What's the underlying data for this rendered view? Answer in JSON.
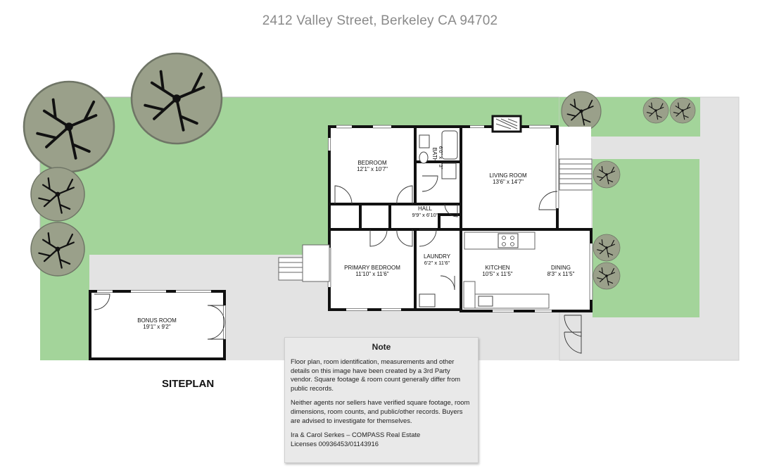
{
  "header": {
    "address": "2412 Valley Street, Berkeley CA 94702"
  },
  "plan_label": "SITEPLAN",
  "rooms": {
    "bedroom": {
      "name": "BEDROOM",
      "dims": "12'1\" x 10'7\""
    },
    "bath": {
      "name": "BATH",
      "dims": "6'0\" x 7'3\""
    },
    "living_room": {
      "name": "LIVING ROOM",
      "dims": "13'6\" x 14'7\""
    },
    "hall": {
      "name": "HALL",
      "dims": "9'9\" x 6'10\""
    },
    "primary_bedroom": {
      "name": "PRIMARY BEDROOM",
      "dims": "11'10\" x 11'6\""
    },
    "laundry": {
      "name": "LAUNDRY",
      "dims": "6'2\" x 11'6\""
    },
    "kitchen": {
      "name": "KITCHEN",
      "dims": "10'5\" x 11'5\""
    },
    "dining": {
      "name": "DINING",
      "dims": "8'3\" x 11'5\""
    },
    "bonus_room": {
      "name": "BONUS ROOM",
      "dims": "19'1\" x 9'2\""
    }
  },
  "note": {
    "title": "Note",
    "paragraph_1": "Floor plan, room identification, measurements and other details on this image have been created by a 3rd Party vendor. Square footage & room count generally differ from public records.",
    "paragraph_2": "Neither agents nor sellers have verified square footage, room dimensions, room counts, and public/other records. Buyers are advised to investigate for themselves.",
    "credit": "Ira & Carol Serkes – COMPASS Real Estate",
    "licenses": "Licenses 00936453/01143916"
  },
  "colors": {
    "lawn": "#a3d49a",
    "paving": "#e3e3e3",
    "tree": "#9aa08a",
    "wall": "#111111"
  },
  "icons": [
    "tree-icon",
    "fireplace-icon",
    "stairs-icon",
    "door-swing-icon",
    "toilet-icon",
    "bathtub-icon",
    "stove-icon",
    "sink-icon"
  ]
}
